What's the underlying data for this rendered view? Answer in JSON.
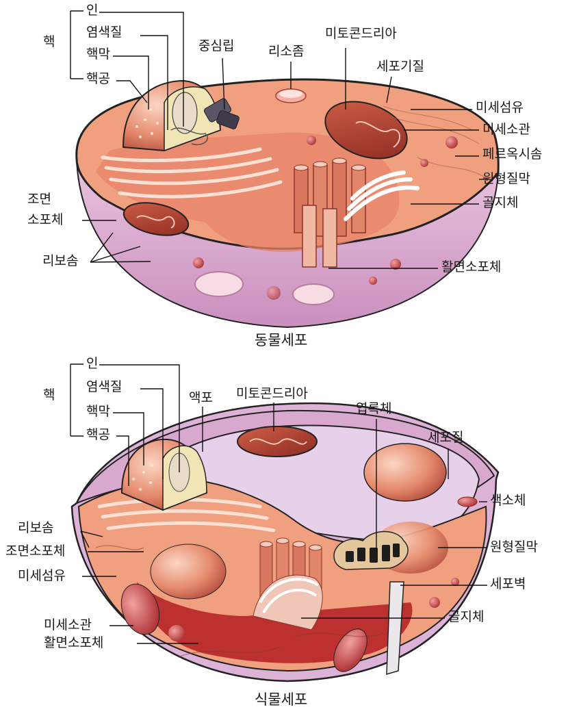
{
  "animal_cell": {
    "caption": "동물세포",
    "nucleus_group": "핵",
    "labels": {
      "nucleolus": "인",
      "chromatin": "염색질",
      "nuclear_envelope": "핵막",
      "nuclear_pore": "핵공",
      "centriole": "중심립",
      "lysosome": "리소좀",
      "mitochondrion": "미토콘드리아",
      "cytosol": "세포기질",
      "microfilament": "미세섬유",
      "microtubule": "미세소관",
      "peroxisome": "페르옥시솜",
      "plasma_membrane": "원형질막",
      "golgi": "골지체",
      "rough_er_1": "조면",
      "rough_er_2": "소포체",
      "ribosome": "리보솜",
      "smooth_er": "활면소포체"
    }
  },
  "plant_cell": {
    "caption": "식물세포",
    "nucleus_group": "핵",
    "labels": {
      "nucleolus": "인",
      "chromatin": "염색질",
      "nuclear_envelope": "핵막",
      "nuclear_pore": "핵공",
      "vacuole": "액포",
      "mitochondrion": "미토콘드리아",
      "chloroplast": "엽록체",
      "cytoplasm": "세포질",
      "chromoplast": "색소체",
      "plasma_membrane": "원형질막",
      "cell_wall": "세포벽",
      "golgi": "골지체",
      "ribosome": "리보솜",
      "rough_er": "조면소포체",
      "microfilament": "미세섬유",
      "microtubule": "미세소관",
      "smooth_er": "활면소포체"
    }
  },
  "colors": {
    "cytoplasm": "#f0a07e",
    "cell_base": "#dcb2d6",
    "organelle_dark": "#b0443a",
    "inner_red": "#b31d22",
    "outline": "#222222"
  }
}
